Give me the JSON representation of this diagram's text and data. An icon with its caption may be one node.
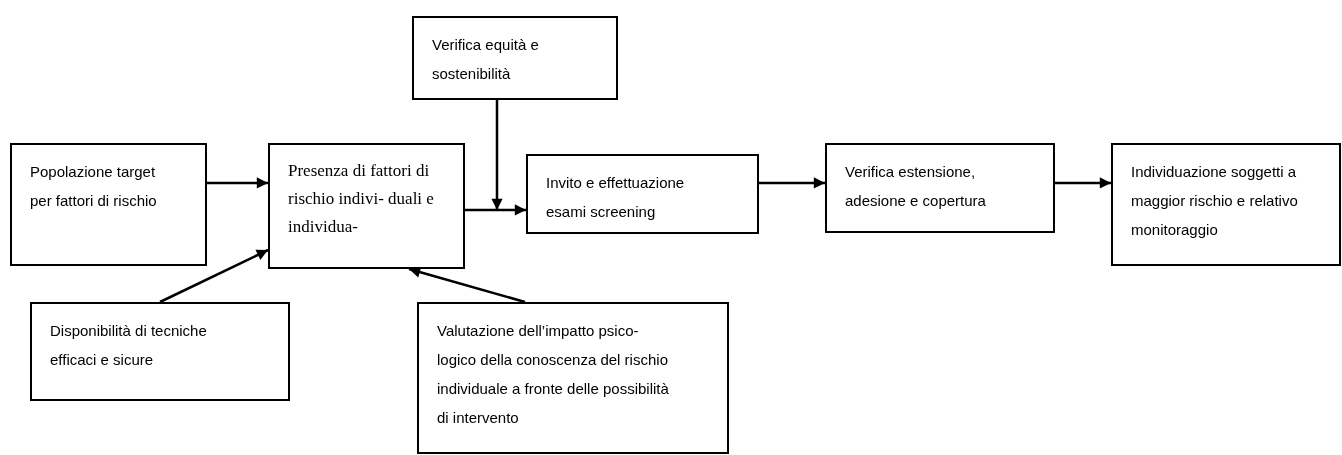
{
  "diagram": {
    "nodes": [
      {
        "text": [
          "Popolazione target per fattori di rischio"
        ]
      },
      {
        "text": [
          "Presenza di fattori di rischio indivi- duali e individua-"
        ]
      },
      {
        "text": [
          "Verifica equità e sostenibilità"
        ]
      },
      {
        "text": [
          "Invito e effettuazione esami screening"
        ]
      },
      {
        "text": [
          "Verifica estensione, adesione e copertura"
        ]
      },
      {
        "text": [
          "Individuazione soggetti a maggior rischio e relativo monitoraggio"
        ]
      },
      {
        "text": [
          "Disponibilità di tecniche efficaci e sicure"
        ]
      },
      {
        "text": [
          "Valutazione dell’impatto psico- logico della conoscenza del rischio individuale  a fronte delle possibilità di intervento"
        ]
      }
    ],
    "edges": [
      {
        "from": 0,
        "to": 1,
        "arrow": "to"
      },
      {
        "from": 1,
        "to": 3,
        "arrow": "to"
      },
      {
        "from": 2,
        "to": 3,
        "arrow": "to"
      },
      {
        "from": 3,
        "to": 4,
        "arrow": "to"
      },
      {
        "from": 4,
        "to": 5,
        "arrow": "to"
      },
      {
        "from": 6,
        "to": 1,
        "arrow": "to"
      },
      {
        "from": 7,
        "to": 1,
        "arrow": "to"
      }
    ]
  }
}
